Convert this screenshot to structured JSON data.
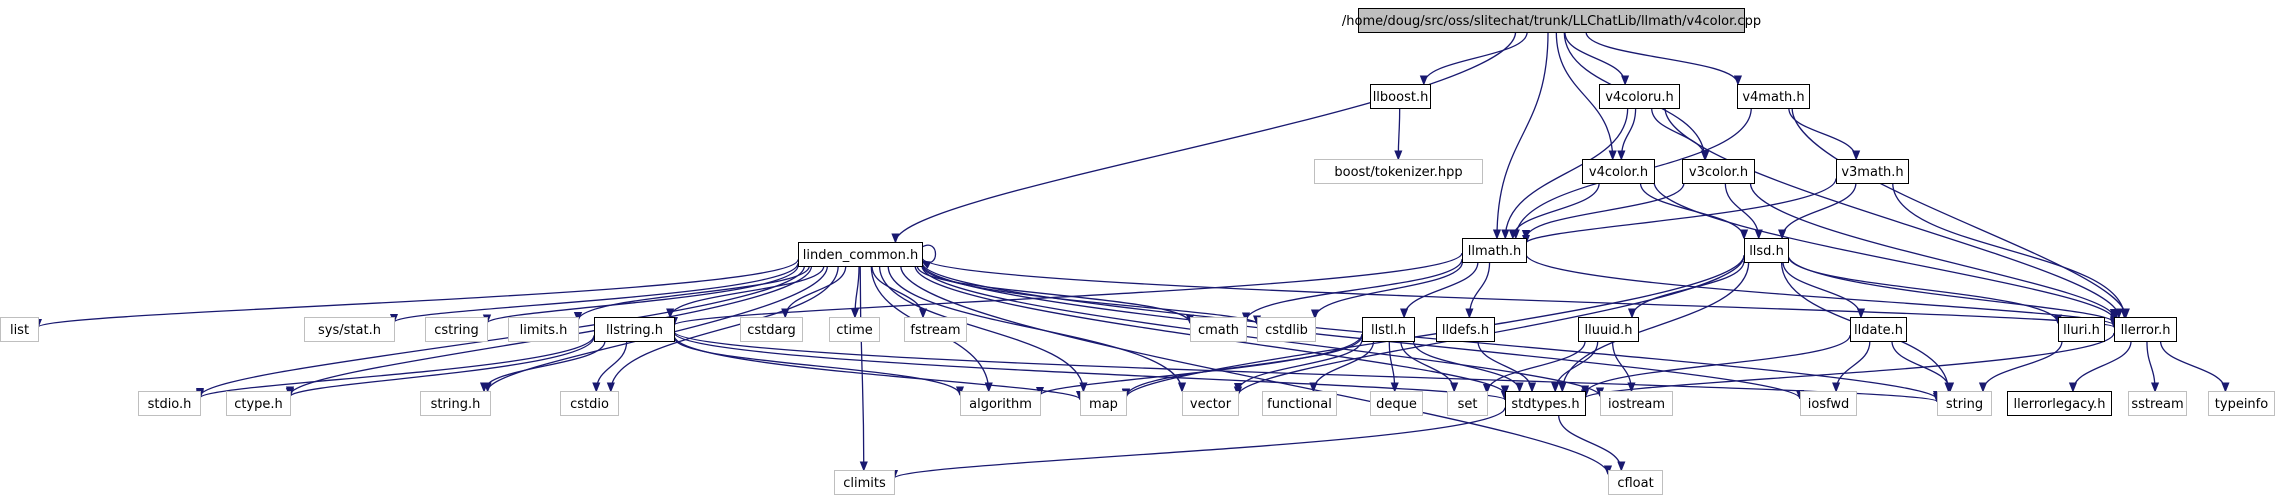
{
  "graph": {
    "nodes": [
      {
        "id": "root",
        "label": "/home/doug/src/oss/slitechat/trunk/LLChatLib/llmath/v4color.cpp",
        "style": "root"
      },
      {
        "id": "llboost",
        "label": "llboost.h",
        "style": "doc"
      },
      {
        "id": "boost_tok",
        "label": "boost/tokenizer.hpp",
        "style": "ext"
      },
      {
        "id": "v4coloru",
        "label": "v4coloru.h",
        "style": "doc"
      },
      {
        "id": "v4math",
        "label": "v4math.h",
        "style": "doc"
      },
      {
        "id": "v4color",
        "label": "v4color.h",
        "style": "doc"
      },
      {
        "id": "v3color",
        "label": "v3color.h",
        "style": "doc"
      },
      {
        "id": "v3math",
        "label": "v3math.h",
        "style": "doc"
      },
      {
        "id": "linden",
        "label": "linden_common.h",
        "style": "doc"
      },
      {
        "id": "llmath",
        "label": "llmath.h",
        "style": "doc"
      },
      {
        "id": "llsd",
        "label": "llsd.h",
        "style": "doc"
      },
      {
        "id": "list",
        "label": "list",
        "style": "ext"
      },
      {
        "id": "sysstat",
        "label": "sys/stat.h",
        "style": "ext"
      },
      {
        "id": "cstring",
        "label": "cstring",
        "style": "ext"
      },
      {
        "id": "limits",
        "label": "limits.h",
        "style": "ext"
      },
      {
        "id": "llstring",
        "label": "llstring.h",
        "style": "doc"
      },
      {
        "id": "cstdarg",
        "label": "cstdarg",
        "style": "ext"
      },
      {
        "id": "ctime",
        "label": "ctime",
        "style": "ext"
      },
      {
        "id": "fstream",
        "label": "fstream",
        "style": "ext"
      },
      {
        "id": "cmath",
        "label": "cmath",
        "style": "ext"
      },
      {
        "id": "cstdlib",
        "label": "cstdlib",
        "style": "ext"
      },
      {
        "id": "llstl",
        "label": "llstl.h",
        "style": "doc"
      },
      {
        "id": "lldefs",
        "label": "lldefs.h",
        "style": "doc"
      },
      {
        "id": "lluuid",
        "label": "lluuid.h",
        "style": "doc"
      },
      {
        "id": "lldate",
        "label": "lldate.h",
        "style": "doc"
      },
      {
        "id": "lluri",
        "label": "lluri.h",
        "style": "doc"
      },
      {
        "id": "llerror",
        "label": "llerror.h",
        "style": "doc"
      },
      {
        "id": "stdioh",
        "label": "stdio.h",
        "style": "ext"
      },
      {
        "id": "ctypeh",
        "label": "ctype.h",
        "style": "ext"
      },
      {
        "id": "stringh",
        "label": "string.h",
        "style": "ext"
      },
      {
        "id": "cstdio",
        "label": "cstdio",
        "style": "ext"
      },
      {
        "id": "algorithm",
        "label": "algorithm",
        "style": "ext"
      },
      {
        "id": "map",
        "label": "map",
        "style": "ext"
      },
      {
        "id": "vector",
        "label": "vector",
        "style": "ext"
      },
      {
        "id": "functional",
        "label": "functional",
        "style": "ext"
      },
      {
        "id": "deque",
        "label": "deque",
        "style": "ext"
      },
      {
        "id": "set",
        "label": "set",
        "style": "ext"
      },
      {
        "id": "stdtypes",
        "label": "stdtypes.h",
        "style": "doc"
      },
      {
        "id": "iostream",
        "label": "iostream",
        "style": "ext"
      },
      {
        "id": "iosfwd",
        "label": "iosfwd",
        "style": "ext"
      },
      {
        "id": "string",
        "label": "string",
        "style": "ext"
      },
      {
        "id": "llerrorlegacy",
        "label": "llerrorlegacy.h",
        "style": "doc"
      },
      {
        "id": "sstream",
        "label": "sstream",
        "style": "ext"
      },
      {
        "id": "typeinfo",
        "label": "typeinfo",
        "style": "ext"
      },
      {
        "id": "climits",
        "label": "climits",
        "style": "ext"
      },
      {
        "id": "cfloat",
        "label": "cfloat",
        "style": "ext"
      }
    ],
    "edges": [
      [
        "root",
        "linden"
      ],
      [
        "root",
        "llboost"
      ],
      [
        "root",
        "v4coloru"
      ],
      [
        "root",
        "v4math"
      ],
      [
        "root",
        "llmath"
      ],
      [
        "root",
        "v4color"
      ],
      [
        "root",
        "v3color"
      ],
      [
        "llboost",
        "boost_tok"
      ],
      [
        "v4coloru",
        "v4color"
      ],
      [
        "v4coloru",
        "v3color"
      ],
      [
        "v4coloru",
        "llmath"
      ],
      [
        "v4coloru",
        "llerror"
      ],
      [
        "v4math",
        "v3math"
      ],
      [
        "v4math",
        "llmath"
      ],
      [
        "v4math",
        "llerror"
      ],
      [
        "v4color",
        "llmath"
      ],
      [
        "v4color",
        "llsd"
      ],
      [
        "v4color",
        "llerror"
      ],
      [
        "v3color",
        "llmath"
      ],
      [
        "v3color",
        "llsd"
      ],
      [
        "v3color",
        "llerror"
      ],
      [
        "v3math",
        "llmath"
      ],
      [
        "v3math",
        "llsd"
      ],
      [
        "v3math",
        "llerror"
      ],
      [
        "linden",
        "linden"
      ],
      [
        "linden",
        "list"
      ],
      [
        "linden",
        "sysstat"
      ],
      [
        "linden",
        "cstring"
      ],
      [
        "linden",
        "limits"
      ],
      [
        "linden",
        "llstring"
      ],
      [
        "linden",
        "cstdarg"
      ],
      [
        "linden",
        "ctime"
      ],
      [
        "linden",
        "fstream"
      ],
      [
        "linden",
        "cmath"
      ],
      [
        "linden",
        "cstdlib"
      ],
      [
        "linden",
        "stdioh"
      ],
      [
        "linden",
        "ctypeh"
      ],
      [
        "linden",
        "stringh"
      ],
      [
        "linden",
        "cstdio"
      ],
      [
        "linden",
        "algorithm"
      ],
      [
        "linden",
        "map"
      ],
      [
        "linden",
        "vector"
      ],
      [
        "linden",
        "iostream"
      ],
      [
        "linden",
        "iosfwd"
      ],
      [
        "linden",
        "string"
      ],
      [
        "linden",
        "climits"
      ],
      [
        "linden",
        "cfloat"
      ],
      [
        "linden",
        "llerror"
      ],
      [
        "linden",
        "stdtypes"
      ],
      [
        "llmath",
        "cmath"
      ],
      [
        "llmath",
        "cstdlib"
      ],
      [
        "llmath",
        "llstl"
      ],
      [
        "llmath",
        "lldefs"
      ],
      [
        "llmath",
        "llerror"
      ],
      [
        "llmath",
        "llstring"
      ],
      [
        "llsd",
        "map"
      ],
      [
        "llsd",
        "string"
      ],
      [
        "llsd",
        "lluuid"
      ],
      [
        "llsd",
        "lldate"
      ],
      [
        "llsd",
        "lluri"
      ],
      [
        "llsd",
        "llerror"
      ],
      [
        "llsd",
        "stdtypes"
      ],
      [
        "llsd",
        "vector"
      ],
      [
        "llstring",
        "stdioh"
      ],
      [
        "llstring",
        "ctypeh"
      ],
      [
        "llstring",
        "stringh"
      ],
      [
        "llstring",
        "cstdio"
      ],
      [
        "llstring",
        "algorithm"
      ],
      [
        "llstring",
        "map"
      ],
      [
        "llstring",
        "string"
      ],
      [
        "llstring",
        "stdtypes"
      ],
      [
        "llstl",
        "map"
      ],
      [
        "llstl",
        "vector"
      ],
      [
        "llstl",
        "functional"
      ],
      [
        "llstl",
        "deque"
      ],
      [
        "llstl",
        "set"
      ],
      [
        "llstl",
        "algorithm"
      ],
      [
        "llstl",
        "stdtypes"
      ],
      [
        "lldefs",
        "stdtypes"
      ],
      [
        "lluuid",
        "set"
      ],
      [
        "lluuid",
        "stdtypes"
      ],
      [
        "lluuid",
        "iostream"
      ],
      [
        "lldate",
        "iosfwd"
      ],
      [
        "lldate",
        "string"
      ],
      [
        "lldate",
        "stdtypes"
      ],
      [
        "lluri",
        "string"
      ],
      [
        "llerror",
        "sstream"
      ],
      [
        "llerror",
        "typeinfo"
      ],
      [
        "llerror",
        "llerrorlegacy"
      ],
      [
        "llerror",
        "stdtypes"
      ],
      [
        "stdtypes",
        "climits"
      ],
      [
        "stdtypes",
        "cfloat"
      ]
    ]
  },
  "colors": {
    "edge": "#191970",
    "root_fill": "#bfbfbf",
    "root_border": "#000000",
    "doc_border": "#000000",
    "ext_border": "#bfbfbf",
    "ext_text": "#000000"
  }
}
